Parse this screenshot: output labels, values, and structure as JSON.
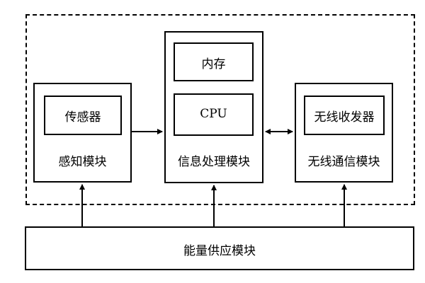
{
  "diagram": {
    "sensing_module": {
      "title": "感知模块",
      "inner": "传感器"
    },
    "processing_module": {
      "title": "信息处理模块",
      "memory": "内存",
      "cpu": "CPU"
    },
    "wireless_module": {
      "title": "无线通信模块",
      "inner": "无线收发器"
    },
    "power_module": {
      "title": "能量供应模块"
    }
  }
}
